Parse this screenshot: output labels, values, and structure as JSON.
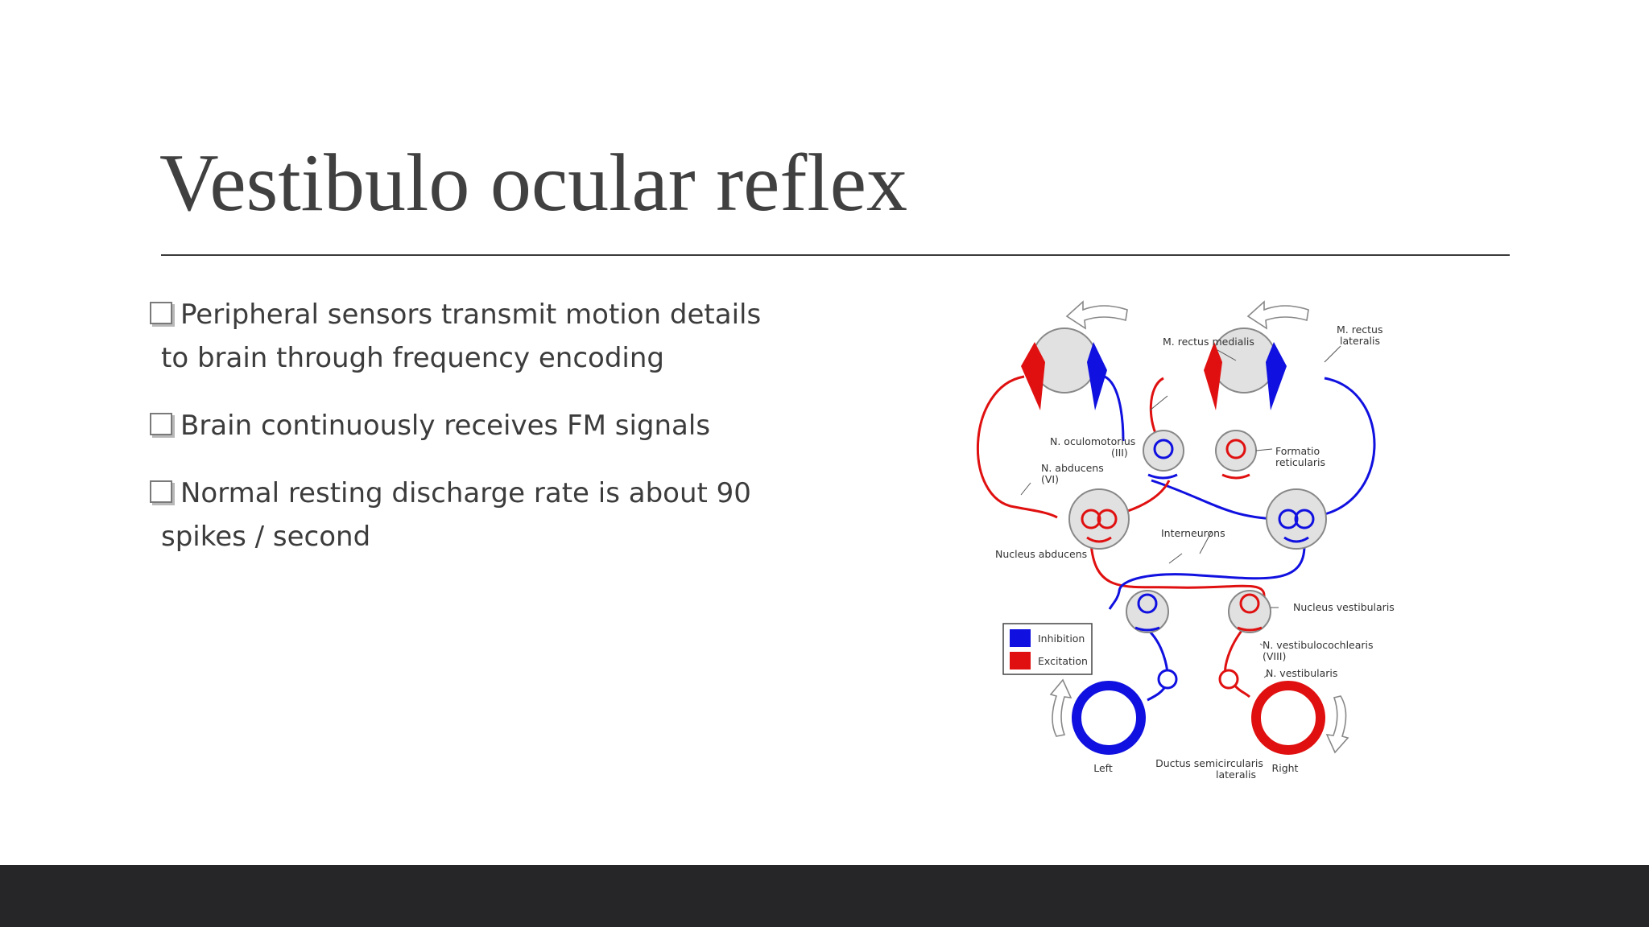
{
  "slide": {
    "title": "Vestibulo ocular reflex",
    "bullets": [
      {
        "line1": "Peripheral sensors transmit motion details",
        "line2": "to brain through frequency encoding"
      },
      {
        "line1": "Brain continuously receives FM signals",
        "line2": ""
      },
      {
        "line1": "Normal resting discharge rate is about 90",
        "line2": "spikes / second"
      }
    ]
  },
  "diagram": {
    "labels": {
      "rectus_medialis": "M. rectus medialis",
      "rectus_lateralis_1": "M. rectus",
      "rectus_lateralis_2": "lateralis",
      "oculomotorius_1": "N. oculomotorius",
      "oculomotorius_2": "(III)",
      "formatio_1": "Formatio",
      "formatio_2": "reticularis",
      "abducens_1": "N. abducens",
      "abducens_2": "(VI)",
      "nucleus_abducens": "Nucleus abducens",
      "interneurons": "Interneurons",
      "nucleus_vestibularis": "Nucleus vestibularis",
      "vestibulocochlearis_1": "N. vestibulocochlearis",
      "vestibulocochlearis_2": "(VIII)",
      "vestibularis": "N. vestibularis",
      "ductus_1": "Ductus semicircularis",
      "ductus_2": "lateralis",
      "left": "Left",
      "right": "Right"
    },
    "legend": [
      {
        "label": "Inhibition",
        "color": "#1010e0"
      },
      {
        "label": "Excitation",
        "color": "#e01010"
      }
    ]
  },
  "colors": {
    "inhibition": "#1010e0",
    "excitation": "#e01010",
    "footer": "#262628",
    "title_text": "#404040"
  }
}
